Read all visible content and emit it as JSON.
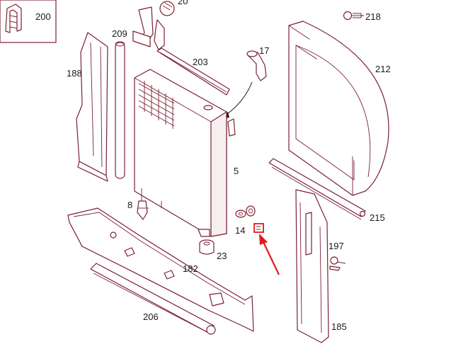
{
  "labels": {
    "p200": "200",
    "p20": "20",
    "p218": "218",
    "p209": "209",
    "p203": "203",
    "p17": "17",
    "p188": "188",
    "p212": "212",
    "p5": "5",
    "p215": "215",
    "p8": "8",
    "p14": "14",
    "p23": "23",
    "p197": "197",
    "p182": "182",
    "p206": "206",
    "p185": "185"
  },
  "colors": {
    "line": "#7a2035",
    "highlight": "#e0191f",
    "text": "#1a1a1a"
  },
  "icons": {
    "legend": "clip-icon"
  }
}
